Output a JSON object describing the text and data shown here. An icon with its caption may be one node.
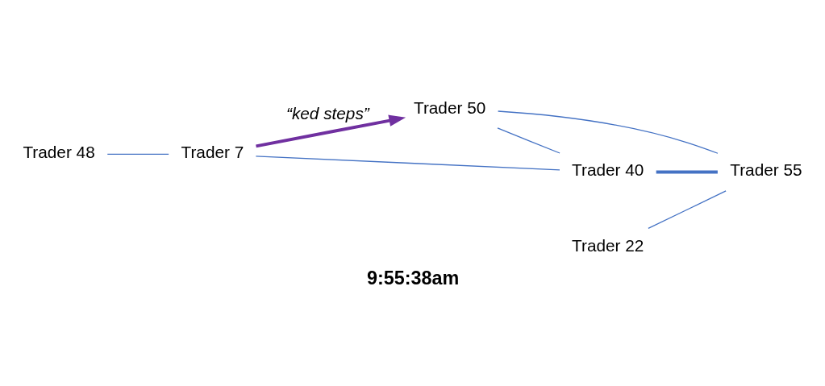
{
  "diagram": {
    "caption": "9:55:38am",
    "nodes": [
      {
        "text": [
          "Trader 48"
        ]
      },
      {
        "text": [
          "Trader 7"
        ]
      },
      {
        "text": [
          "Trader 50"
        ]
      },
      {
        "text": [
          "Trader 22"
        ]
      },
      {
        "text": [
          "Trader 55"
        ]
      },
      {
        "text": [
          "Trader 40"
        ]
      }
    ],
    "edges": [
      {
        "from": 0,
        "to": 1,
        "arrow": "none"
      },
      {
        "from": 1,
        "to": 2,
        "arrow": "to",
        "label": "“ked steps”",
        "style": "thick",
        "color": "#7030a0"
      },
      {
        "from": 1,
        "to": 5,
        "arrow": "none"
      },
      {
        "from": 2,
        "to": 5,
        "arrow": "none"
      },
      {
        "from": 2,
        "to": 4,
        "arrow": "none"
      },
      {
        "from": 3,
        "to": 4,
        "arrow": "none"
      },
      {
        "from": 5,
        "to": 4,
        "arrow": "none",
        "style": "thick"
      }
    ]
  }
}
